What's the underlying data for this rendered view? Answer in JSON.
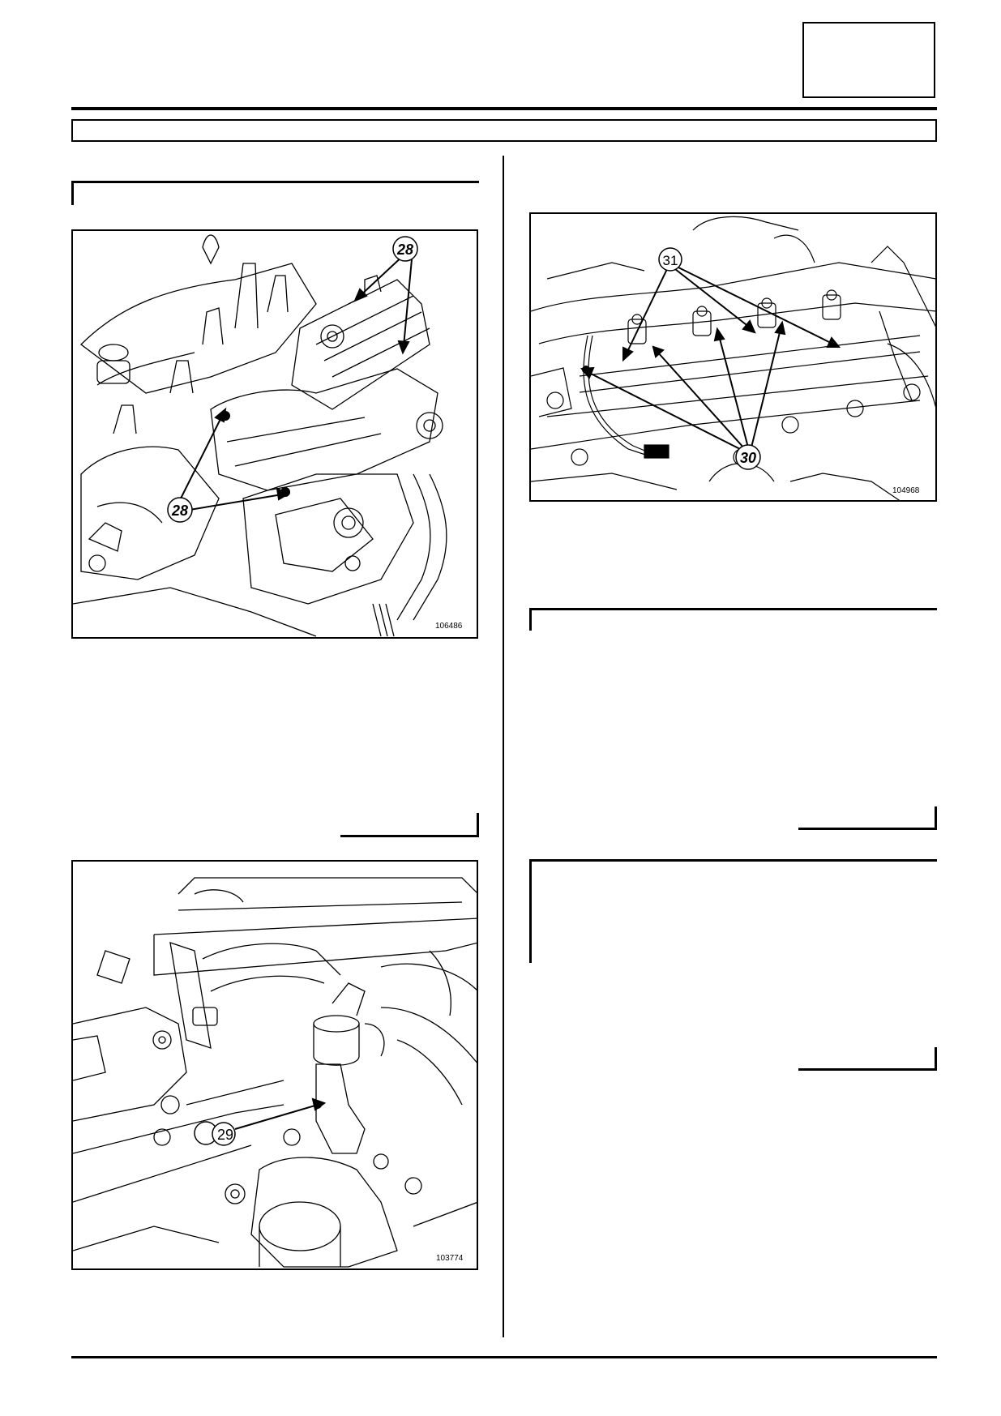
{
  "figures": [
    {
      "id": "106486",
      "callouts": [
        "28",
        "28"
      ]
    },
    {
      "id": "103774",
      "callouts": [
        "29"
      ]
    },
    {
      "id": "104968",
      "callouts": [
        "31",
        "30"
      ]
    }
  ]
}
